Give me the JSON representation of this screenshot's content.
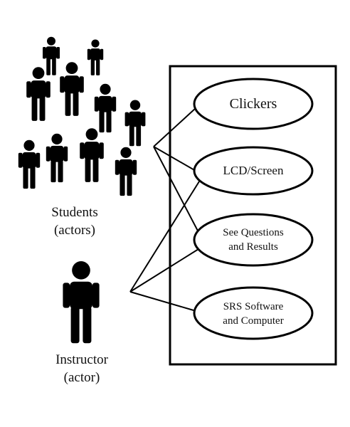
{
  "diagram": {
    "students_label": "Students",
    "students_sublabel": "(actors)",
    "instructor_label": "Instructor",
    "instructor_sublabel": "(actor)",
    "use_cases": [
      {
        "line1": "Clickers",
        "line2": ""
      },
      {
        "line1": "LCD/Screen",
        "line2": ""
      },
      {
        "line1": "See Questions",
        "line2": "and Results"
      },
      {
        "line1": "SRS Software",
        "line2": "and Computer"
      }
    ]
  }
}
